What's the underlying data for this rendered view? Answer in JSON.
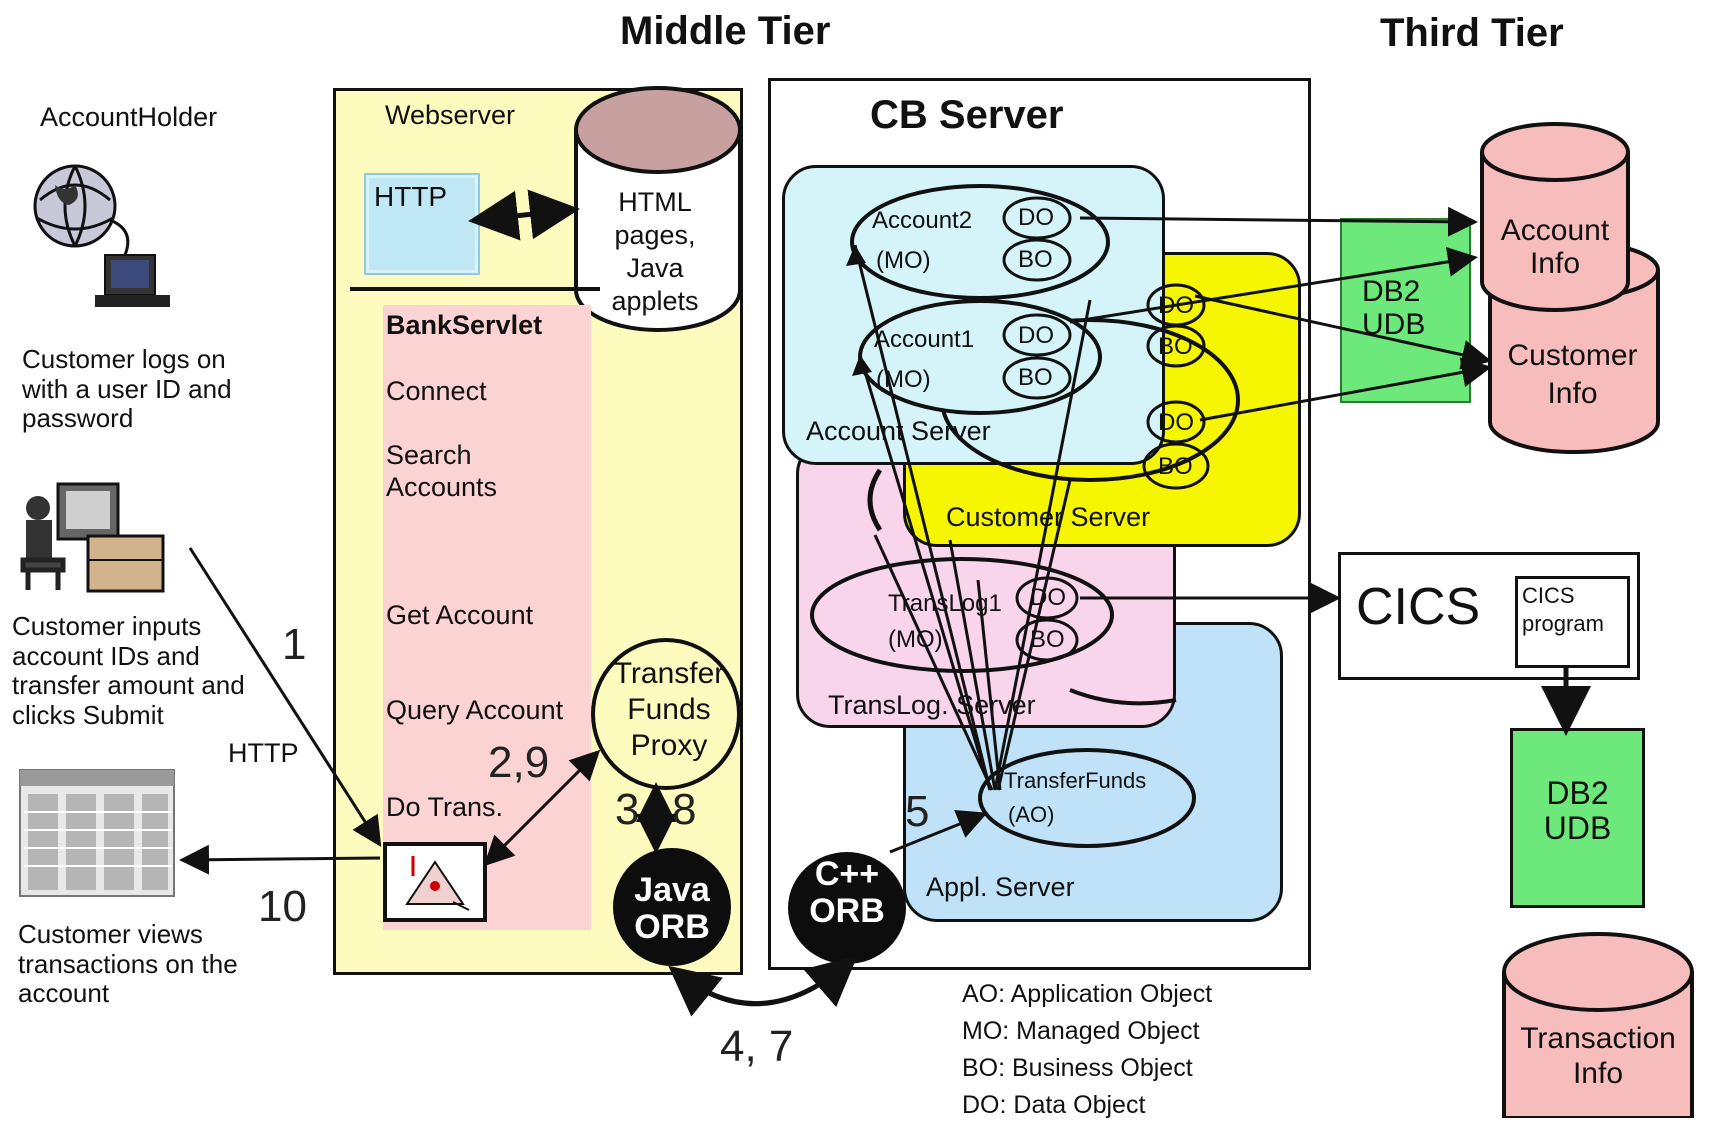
{
  "tiers": {
    "middle": "Middle Tier",
    "third": "Third Tier"
  },
  "client": {
    "account_holder": "AccountHolder",
    "logon_caption": "Customer logs on with a user ID and password",
    "input_caption": "Customer inputs account IDs and transfer amount and clicks Submit",
    "view_caption": "Customer views transactions on the account",
    "http_label": "HTTP"
  },
  "webserver": {
    "title": "Webserver",
    "http_box": "HTTP",
    "html_store": [
      "HTML",
      "pages,",
      "Java",
      "applets"
    ]
  },
  "bank_servlet": {
    "title": "BankServlet",
    "items": [
      "Connect",
      "Search",
      "Accounts",
      "Get Account",
      "Query Account",
      "Do Trans."
    ]
  },
  "proxy": [
    "Transfer",
    "Funds",
    "Proxy"
  ],
  "orbs": {
    "java": [
      "Java",
      "ORB"
    ],
    "cpp": [
      "C++",
      "ORB"
    ]
  },
  "step_numbers": {
    "s1": "1",
    "s29": "2,9",
    "s38": "3",
    "s38b": "8",
    "s47": "4, 7",
    "s5": "5",
    "s10": "10"
  },
  "cb_server": {
    "title": "CB Server",
    "account_server": "Account Server",
    "customer_server": "Customer Server",
    "translog_server": "TransLog. Server",
    "appl_server": "Appl. Server",
    "account2": "Account2",
    "account1": "Account1",
    "translog1": "TransLog1",
    "mo": "(MO)",
    "do": "DO",
    "bo": "BO",
    "transfer_funds": "TransferFunds",
    "ao": "(AO)"
  },
  "third_tier": {
    "account_info": [
      "Account",
      "Info"
    ],
    "customer_info": [
      "Customer",
      "Info"
    ],
    "db2_top": [
      "DB2",
      "UDB"
    ],
    "cics": "CICS",
    "cics_program": [
      "CICS",
      "program"
    ],
    "db2_bottom": [
      "DB2",
      "UDB"
    ],
    "transaction_info": [
      "Transaction",
      "Info"
    ]
  },
  "legend": [
    "AO: Application Object",
    "MO: Managed Object",
    "BO: Business Object",
    "DO: Data Object"
  ],
  "colors": {
    "webserver_bg": "#fefbbf",
    "servlet_bg": "#fbd3d3",
    "account_server_bg": "#d5f4fa",
    "customer_server_bg": "#f6f600",
    "translog_server_bg": "#f9d5ec",
    "appl_server_bg": "#bfe2f8",
    "db2_green": "#6de87a",
    "db_pink": "#f7bcbc",
    "html_cap": "#c8a0a0",
    "http_box": "#bfe8f4"
  }
}
